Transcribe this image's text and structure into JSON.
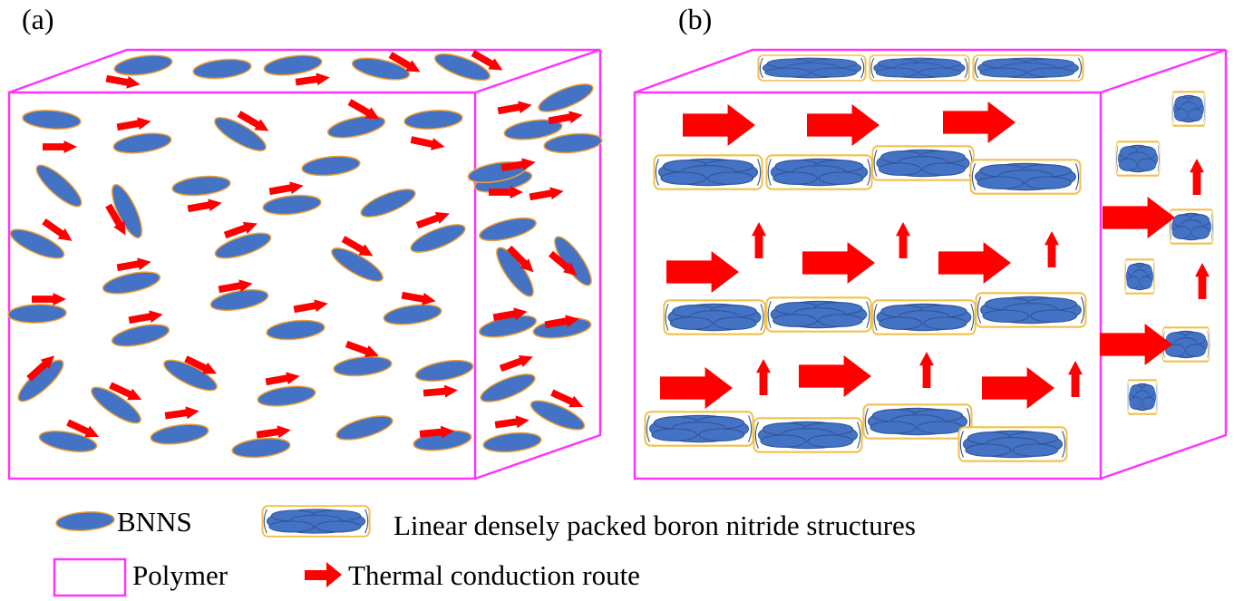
{
  "panels": {
    "a": {
      "label": "(a)"
    },
    "b": {
      "label": "(b)"
    }
  },
  "legend": {
    "bnns_label": "BNNS",
    "structure_label": "Linear densely packed boron nitride structures",
    "polymer_label": "Polymer",
    "route_label": "Thermal conduction route"
  },
  "colors": {
    "polymer_outline": "#ff33ff",
    "bnns_fill": "#4472c4",
    "bnns_outline": "#f0a030",
    "tube_outline": "#f2c04a",
    "arrow": "#ff0000"
  }
}
